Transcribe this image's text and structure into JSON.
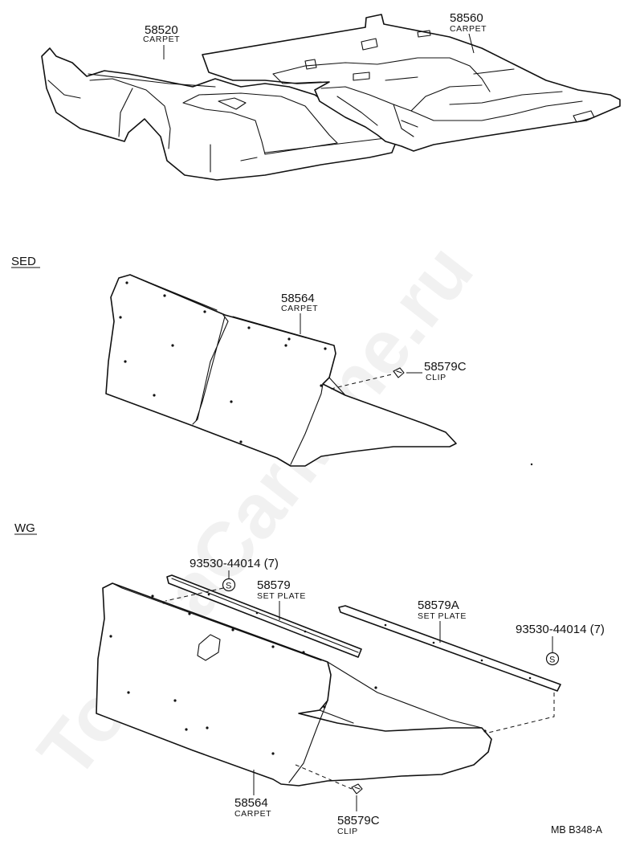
{
  "watermark": "ToyotaCarMine.ru",
  "sections": {
    "sedan": "SED",
    "wagon": "WG"
  },
  "parts": {
    "front_carpet": {
      "number": "58520",
      "name": "CARPET"
    },
    "rear_carpet": {
      "number": "58560",
      "name": "CARPET"
    },
    "sed_carpet": {
      "number": "58564",
      "name": "CARPET"
    },
    "sed_clip": {
      "number": "58579C",
      "name": "CLIP"
    },
    "wg_screw_left": {
      "number": "93530-44014 (7)"
    },
    "wg_set_plate": {
      "number": "58579",
      "name": "SET PLATE"
    },
    "wg_set_plate_a": {
      "number": "58579A",
      "name": "SET PLATE"
    },
    "wg_screw_right": {
      "number": "93530-44014 (7)"
    },
    "wg_carpet": {
      "number": "58564",
      "name": "CARPET"
    },
    "wg_clip": {
      "number": "58579C",
      "name": "CLIP"
    }
  },
  "screw_symbol": "S",
  "drawing_code": "MB  B348-A"
}
